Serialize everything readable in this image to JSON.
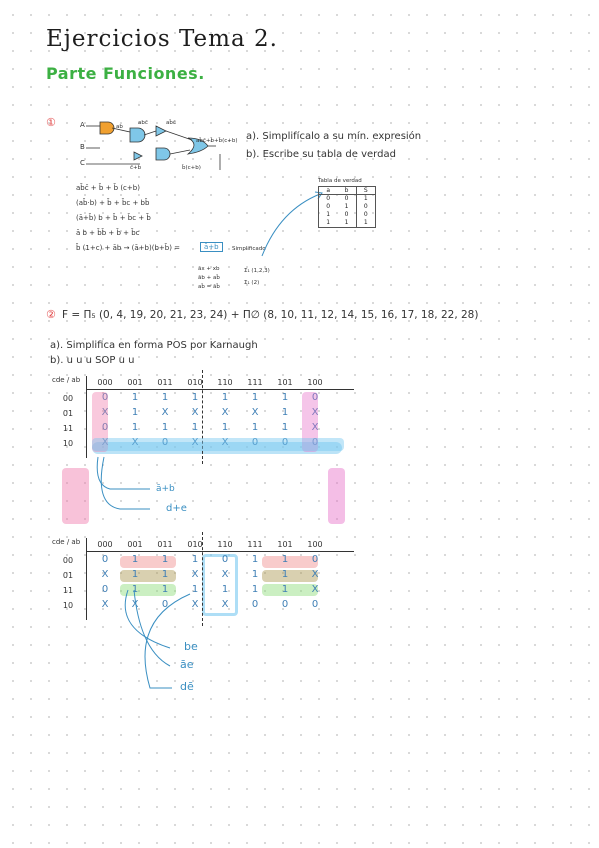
{
  "header": {
    "title": "Ejercicios  Tema 2.",
    "subtitle": "Parte  Funciones."
  },
  "ex1": {
    "number": "①",
    "input_labels": [
      "A",
      "B",
      "C"
    ],
    "gate_labels": [
      "ab",
      "abc̄",
      "ab̄c̄",
      "c̄+b̄",
      "b̄(c+b)"
    ],
    "output_label": "ab̄c̄+b̄+b̄(c+b)",
    "instructions": [
      "a). Simplifícalo a su mín. expresión",
      "b). Escribe su tabla de verdad"
    ],
    "steps": [
      "ab̄c̄ + b̄ + b̄ (c+b)",
      "(ab̄·b) + b̄ + b̄c + bb̄",
      "(ā+b̄) b + b̄ + b̄c + b̄̄",
      "ā b + b̄b̄ + b̄ + b̄c",
      "b̄ (1+c) + āb → (ā+b)(b+b̄) ="
    ],
    "result": "ā+b",
    "result_label": "Simplificado",
    "notes": [
      "āx + xb",
      "āb + ab̄",
      "ab̄ = āb̄"
    ],
    "notes_right": [
      "Σ₁ (1,2,3)",
      "Σ₁ (2)"
    ],
    "truth_table": {
      "title": "Tabla de verdad",
      "headers": [
        "a",
        "b",
        "S"
      ],
      "rows": [
        [
          "0",
          "0",
          "1"
        ],
        [
          "0",
          "1",
          "0"
        ],
        [
          "1",
          "0",
          "0"
        ],
        [
          "1",
          "1",
          "1"
        ]
      ]
    }
  },
  "ex2": {
    "number": "②",
    "function": "F = Π₅ (0, 4, 19, 20, 21, 23, 24) + Π∅ (8, 10, 11, 12, 14, 15, 16, 17, 18, 22, 28)",
    "tasks": [
      "a). Simplifica en forma POS por Karnaugh",
      "b).    u          u   u    SOP    u    u"
    ],
    "col_headers": [
      "000",
      "001",
      "011",
      "010",
      "110",
      "111",
      "101",
      "100"
    ],
    "row_headers": [
      "00",
      "01",
      "11",
      "10"
    ],
    "corner": {
      "top": "cde",
      "bottom": "ab"
    },
    "map1": [
      [
        "0",
        "1",
        "1",
        "1",
        "1",
        "1",
        "1",
        "0"
      ],
      [
        "X",
        "1",
        "X",
        "X",
        "X",
        "X",
        "1",
        "X"
      ],
      [
        "0",
        "1",
        "1",
        "1",
        "1",
        "1",
        "1",
        "X"
      ],
      [
        "X",
        "X",
        "0",
        "X",
        "X",
        "0",
        "0",
        "0"
      ]
    ],
    "map1_results": [
      "ā+b",
      "d+e"
    ],
    "map2": [
      [
        "0",
        "1",
        "1",
        "1",
        "0",
        "1",
        "1",
        "0"
      ],
      [
        "X",
        "1",
        "1",
        "X",
        "X",
        "1",
        "1",
        "X"
      ],
      [
        "0",
        "1",
        "1",
        "1",
        "1",
        "1",
        "1",
        "X"
      ],
      [
        "X",
        "X",
        "0",
        "X",
        "X",
        "0",
        "0",
        "0"
      ]
    ],
    "map2_results": [
      "be",
      "āe",
      "dē"
    ]
  }
}
